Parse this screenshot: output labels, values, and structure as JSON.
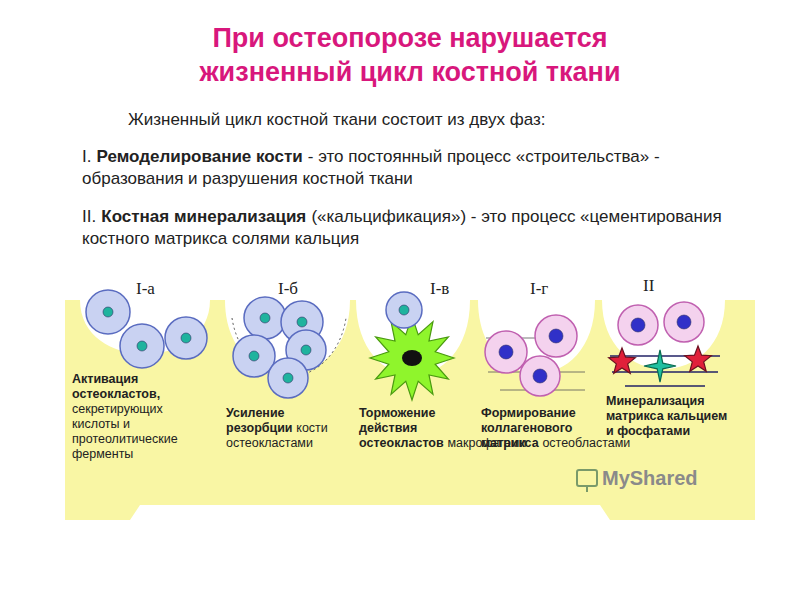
{
  "diagram": {
    "title": "При остеопорозе нарушается жизненный цикл костной ткани",
    "labels": [
      "Жизненный цикл костной ткани состоит из двух фаз:",
      "I.",
      "Ремоделирование кости",
      "- это постоянный процесс «строительства» - образования и разрушения костной ткани",
      "II.",
      "Костная минерализация",
      "(«кальцификация») - это процесс «цементирования костного матрикса солями кальция",
      "I-а",
      "Активация остеокластов,",
      "секретирующих кислоты и протеолитические ферменты",
      "I-б",
      "Усиление резорбции",
      "кости остеокластами",
      "I-в",
      "Торможение действия остеокластов",
      "макрофагами",
      "I-г",
      "Формирование коллагенового матрикса",
      "остеобластами",
      "II",
      "Минерализация матрикса кальцием и фосфатами",
      "MyShared"
    ]
  }
}
